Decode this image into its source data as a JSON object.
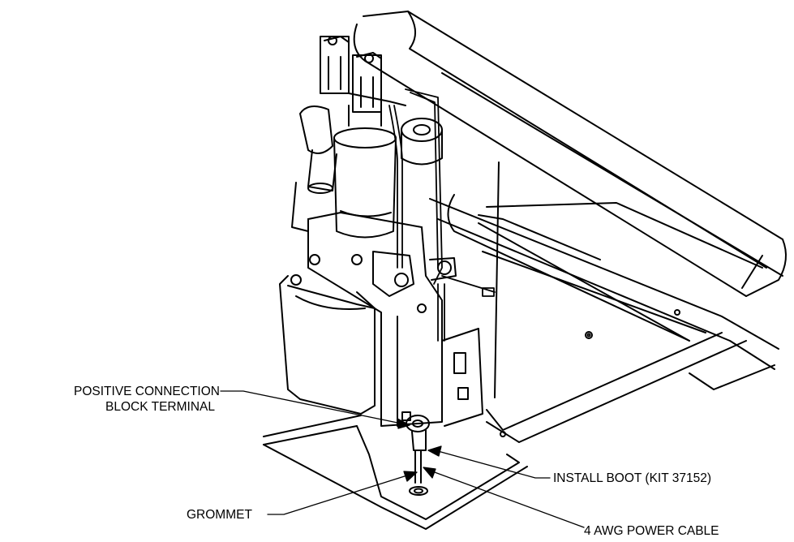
{
  "callouts": {
    "positive_terminal": {
      "line1": "POSITIVE CONNECTION",
      "line2": "BLOCK TERMINAL"
    },
    "install_boot": "INSTALL BOOT (KIT 37152)",
    "grommet": "GROMMET",
    "power_cable": "4 AWG POWER CABLE"
  }
}
